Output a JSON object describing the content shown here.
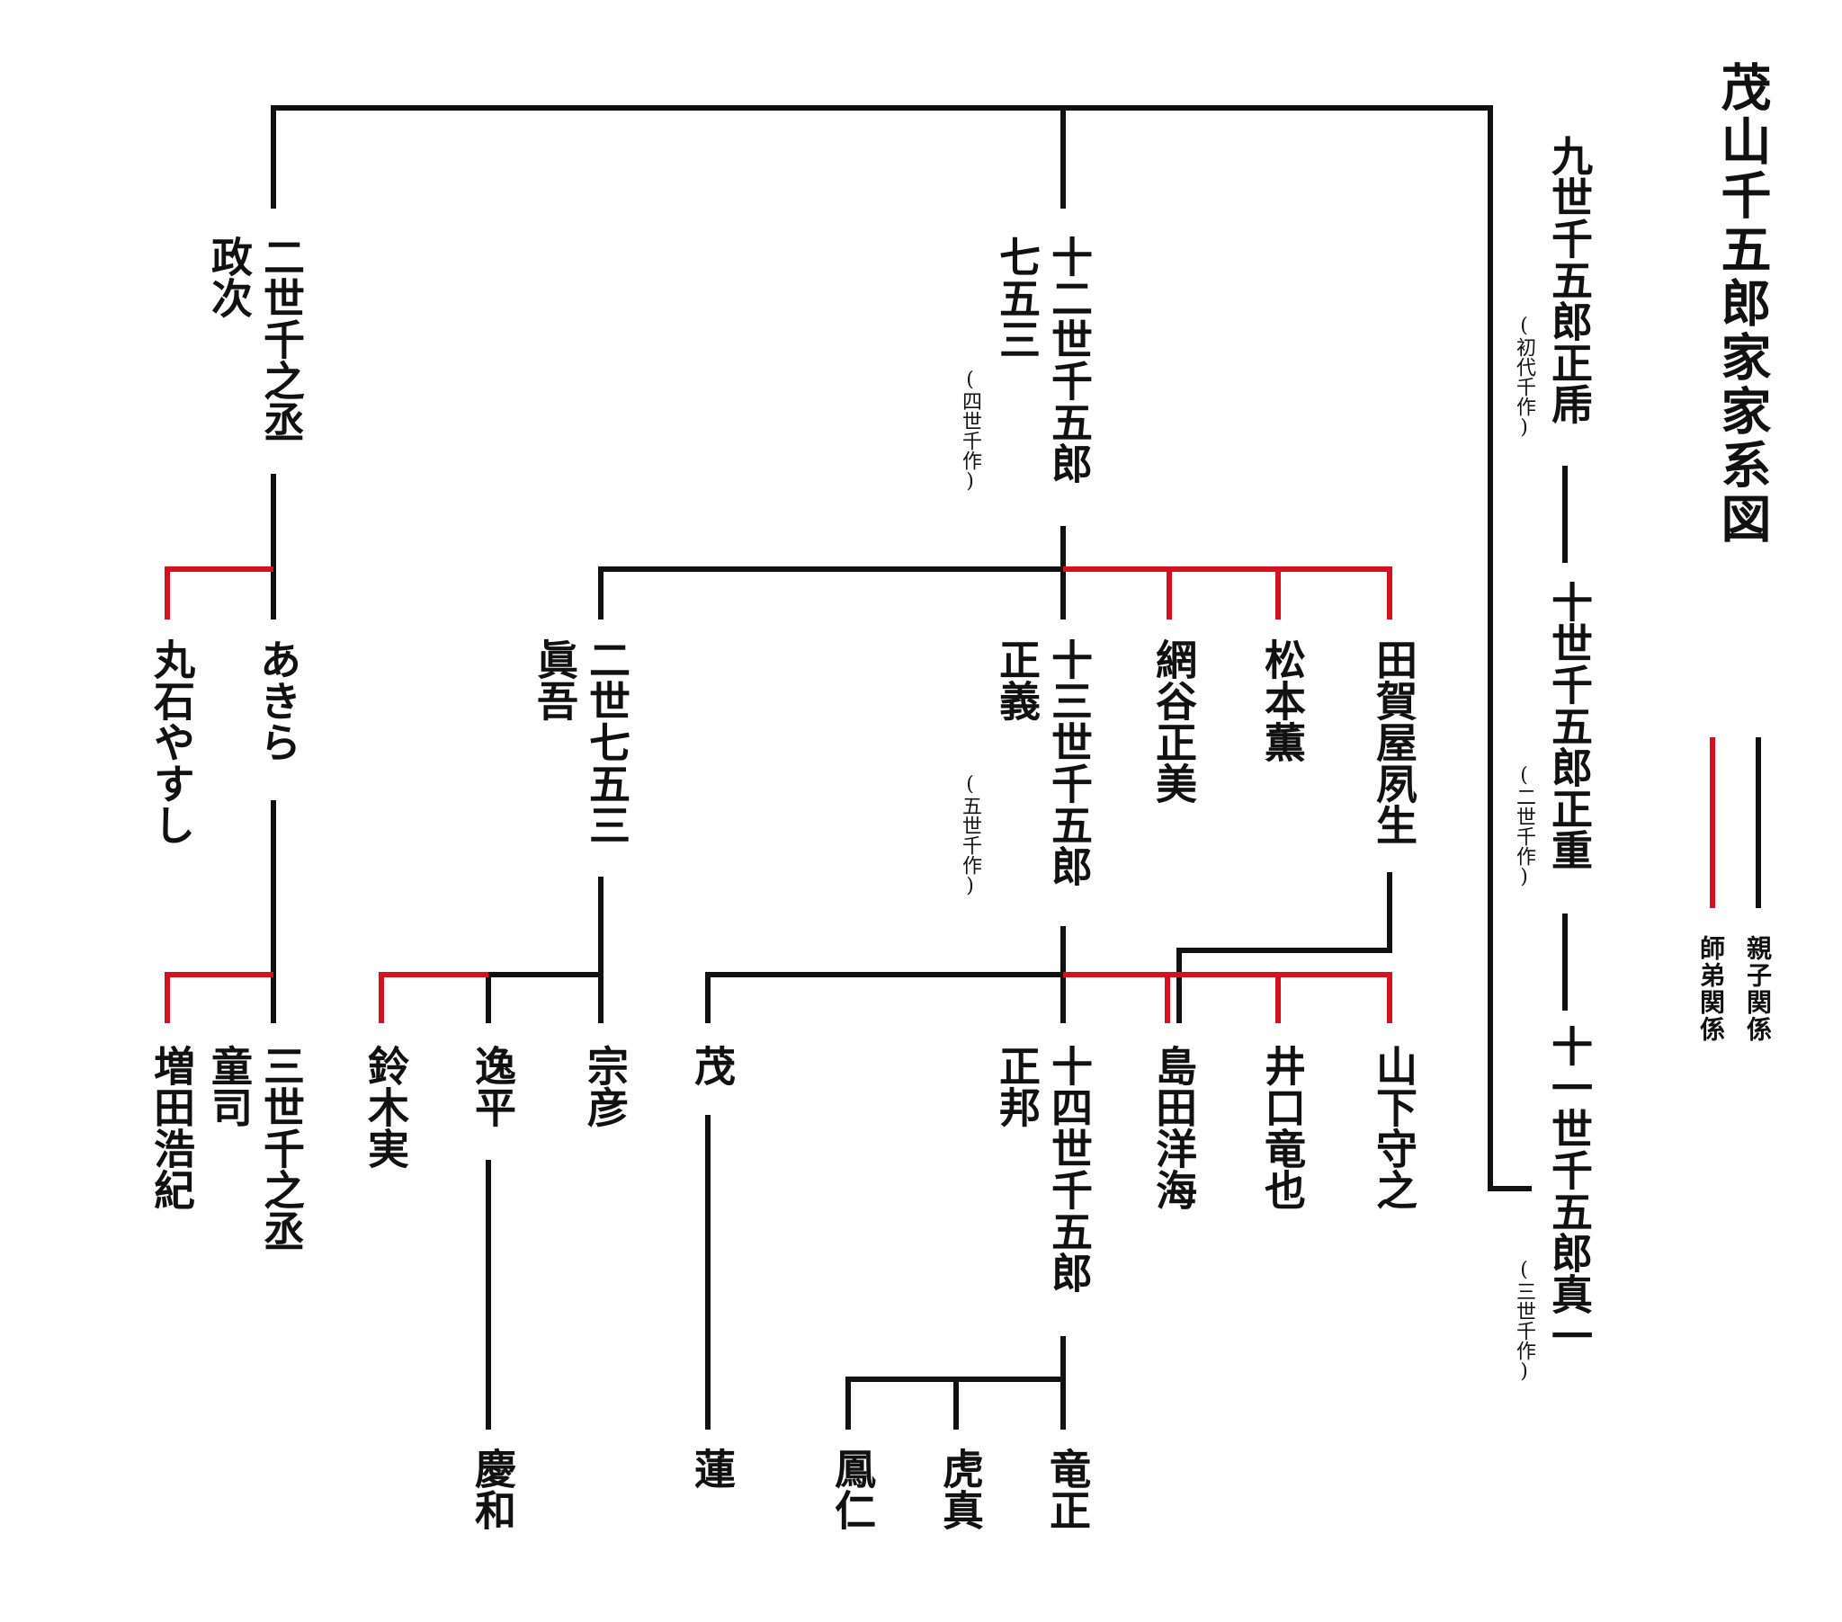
{
  "title": "茂山千五郎家家系図",
  "colors": {
    "parent_child": "#111111",
    "master_disciple": "#d6101e"
  },
  "legend": {
    "parent_child": "親子関係",
    "master_disciple": "師弟関係"
  },
  "lineage_main": {
    "gen9": {
      "name": "九世千五郎正乕",
      "note": "(初代千作)"
    },
    "gen10": {
      "name": "十世千五郎正重",
      "note": "(二世千作)"
    },
    "gen11": {
      "name": "十一世千五郎真一",
      "note": "(三世千作)"
    }
  },
  "persons": {
    "gen12": {
      "name": "十二世千五郎\n七五三",
      "note": "(四世千作)"
    },
    "sennojo2": {
      "name": "二世千之丞\n政次"
    },
    "akira": {
      "name": "あきら"
    },
    "maruishi": {
      "name": "丸石やすし"
    },
    "sennojo3": {
      "name": "三世千之丞\n童司"
    },
    "masuda": {
      "name": "増田浩紀"
    },
    "shime2": {
      "name": "二世七五三\n眞吾"
    },
    "gen13": {
      "name": "十三世千五郎\n正義",
      "note": "(五世千作)"
    },
    "amiya": {
      "name": "網谷正美"
    },
    "matsumoto": {
      "name": "松本薫"
    },
    "tagaya": {
      "name": "田賀屋夙生"
    },
    "suzuki": {
      "name": "鈴木実"
    },
    "itsuhei": {
      "name": "逸平"
    },
    "munehiko": {
      "name": "宗彦"
    },
    "shigeru": {
      "name": "茂"
    },
    "gen14": {
      "name": "十四世千五郎\n正邦"
    },
    "shimada": {
      "name": "島田洋海"
    },
    "iguchi": {
      "name": "井口竜也"
    },
    "yamashita": {
      "name": "山下守之"
    },
    "keiwa": {
      "name": "慶和"
    },
    "ren": {
      "name": "蓮"
    },
    "houjin": {
      "name": "鳳仁"
    },
    "torama": {
      "name": "虎真"
    },
    "tatsumasa": {
      "name": "竜正"
    }
  }
}
